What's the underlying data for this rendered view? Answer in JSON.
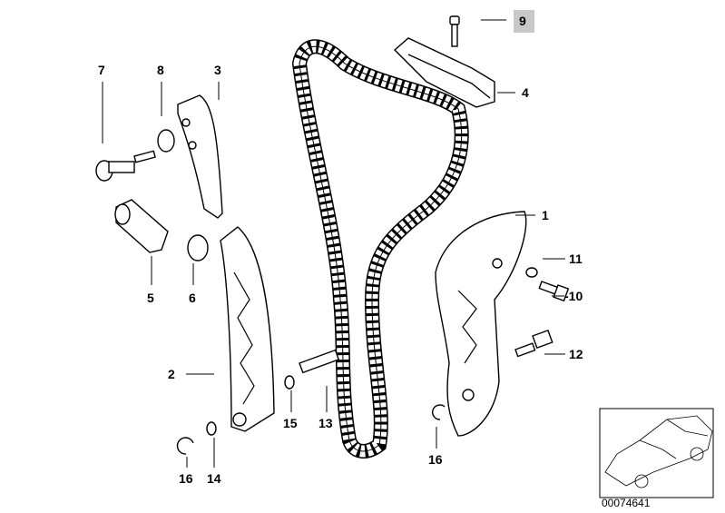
{
  "callouts": {
    "c1": "1",
    "c2": "2",
    "c3": "3",
    "c4": "4",
    "c5": "5",
    "c6": "6",
    "c7": "7",
    "c8": "8",
    "c9": "9",
    "c10": "-10",
    "c11": "11",
    "c12": "12",
    "c13": "13",
    "c14": "14",
    "c15": "15",
    "c16a": "16",
    "c16b": "16"
  },
  "highlight_color": "#c8c8c8",
  "inset": {
    "diagram_number": "00074641"
  }
}
